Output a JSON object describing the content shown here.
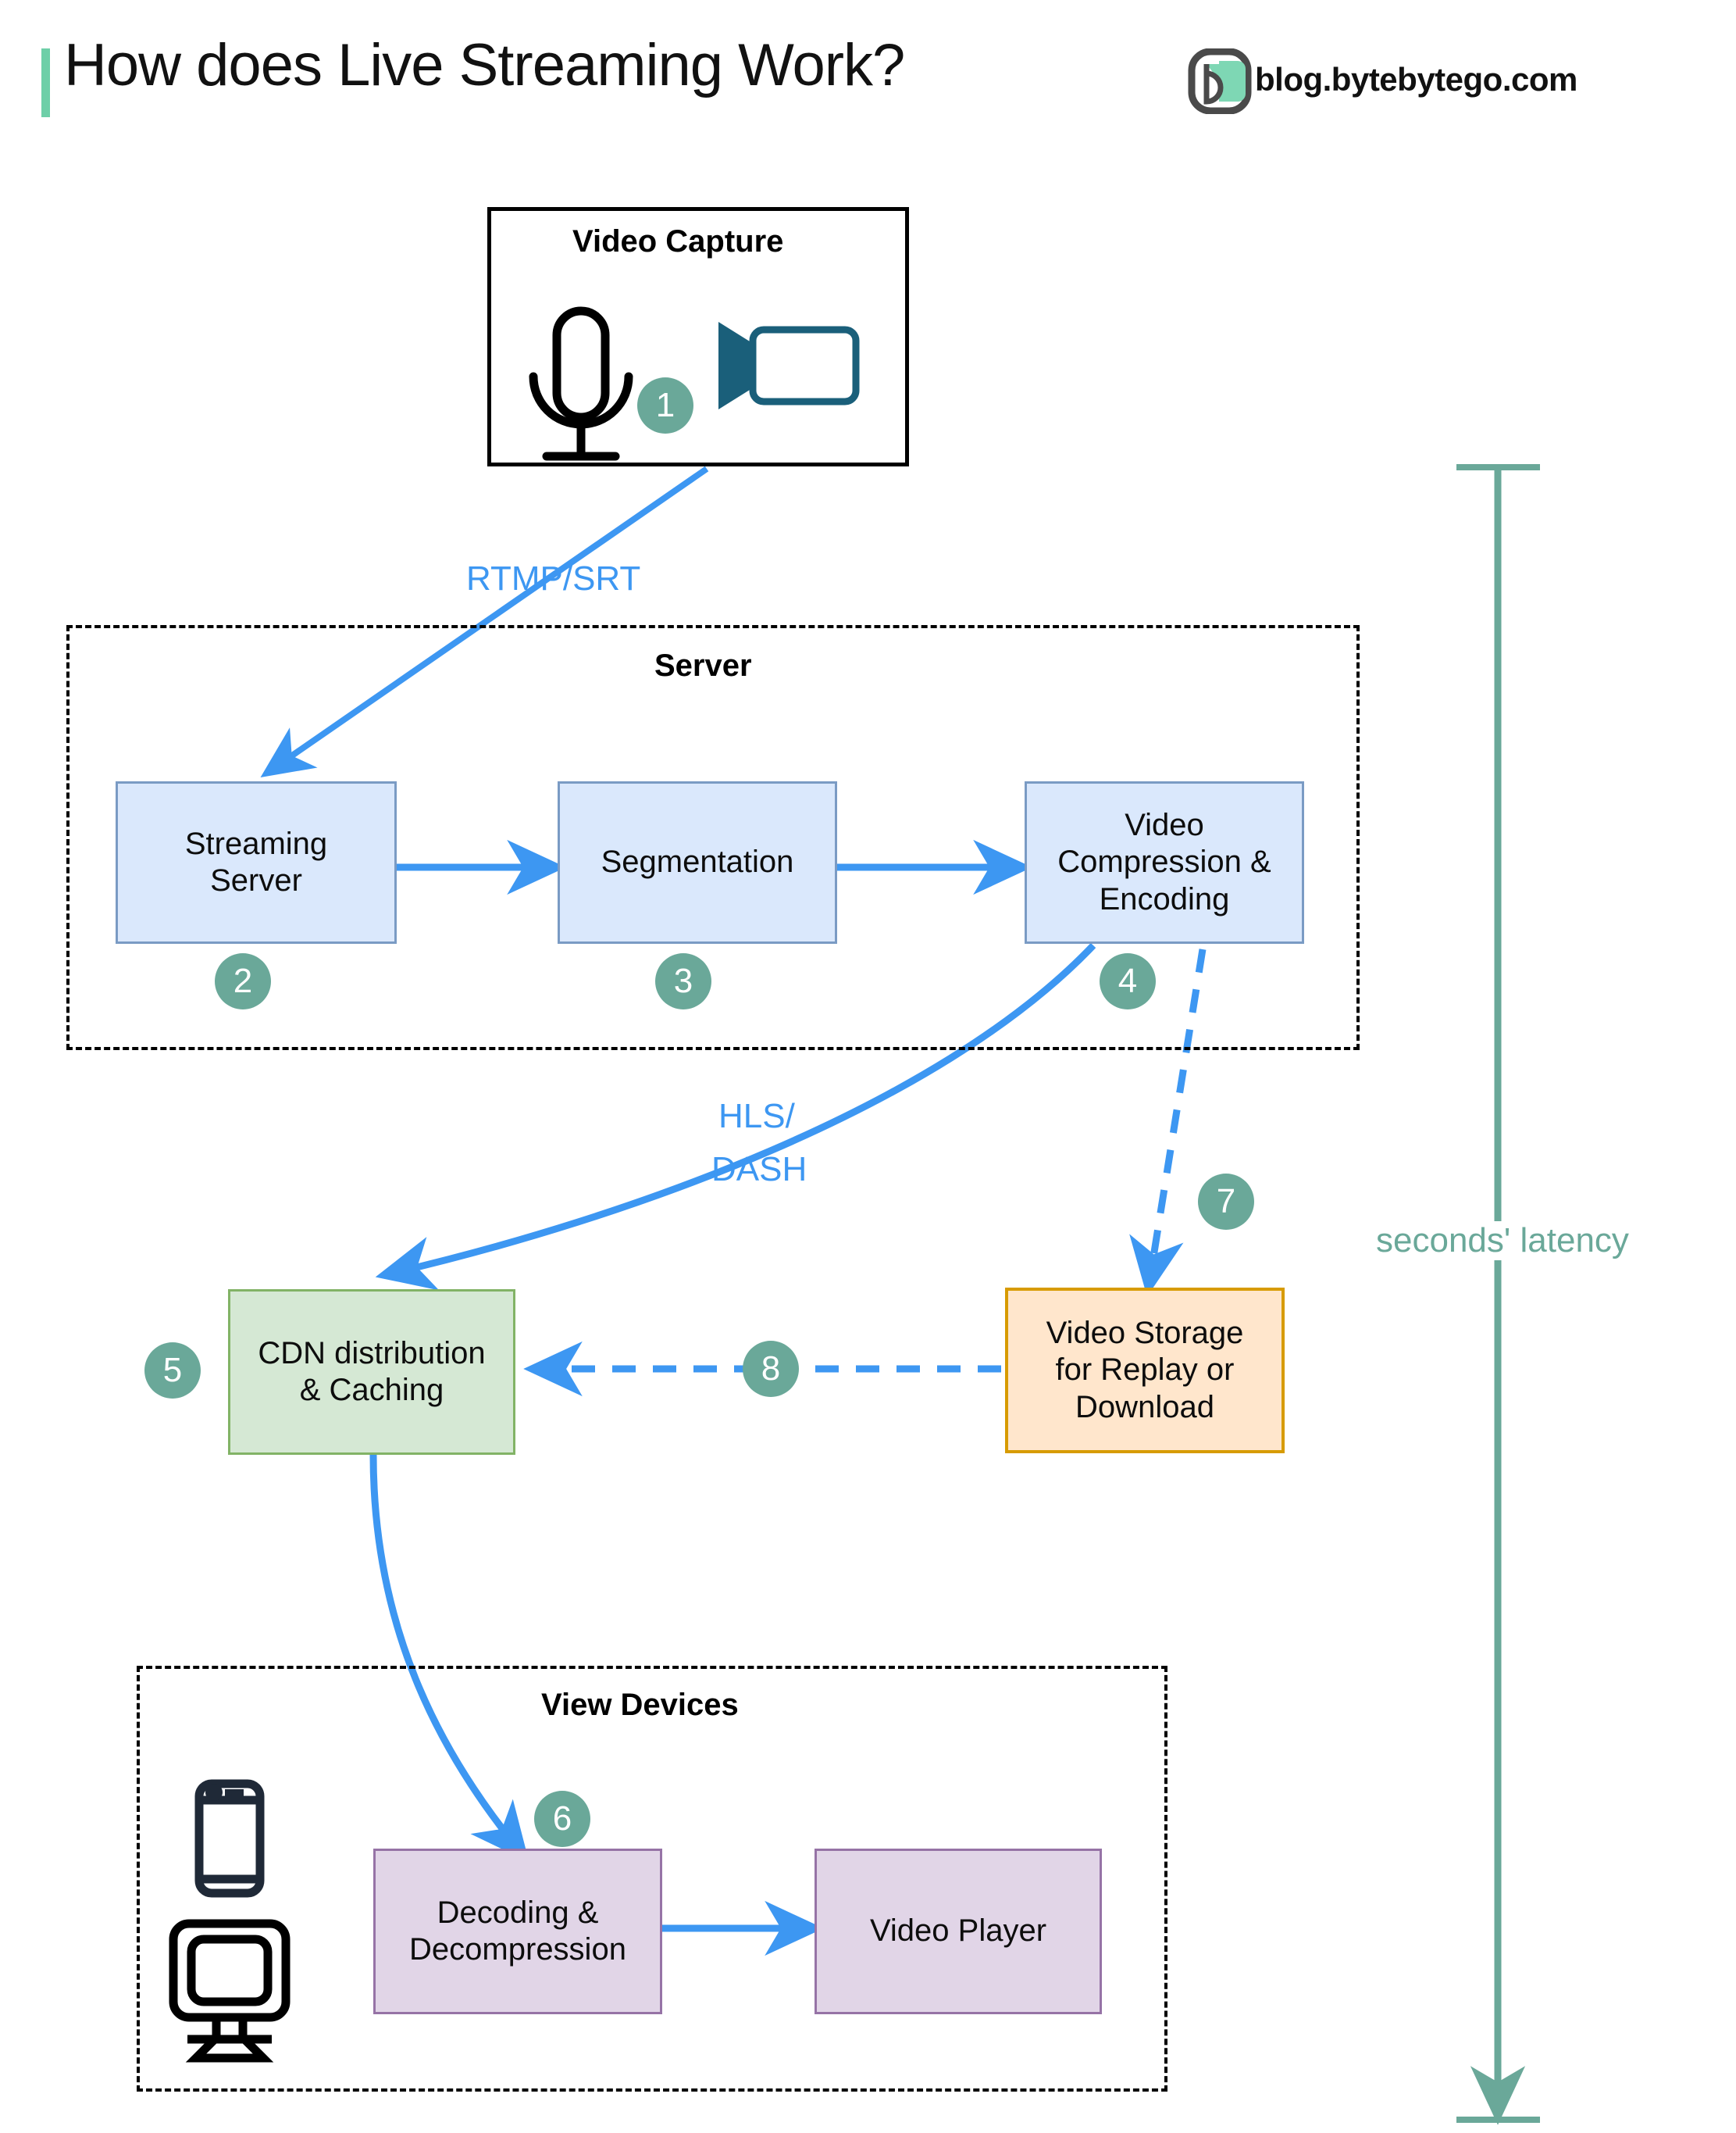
{
  "header": {
    "title": "How does Live Streaming Work?",
    "domain": "blog.bytebytego.com",
    "accent_color": "#6ecfa8",
    "logo_name": "bytebytego-logo"
  },
  "groups": [
    {
      "id": "video-capture",
      "title": "Video Capture"
    },
    {
      "id": "server",
      "title": "Server"
    },
    {
      "id": "view-devices",
      "title": "View Devices"
    }
  ],
  "nodes": {
    "streaming_server": "Streaming\nServer",
    "segmentation": "Segmentation",
    "video_compression": "Video\nCompression &\nEncoding",
    "cdn": "CDN distribution\n& Caching",
    "video_storage": "Video Storage\nfor Replay or\nDownload",
    "decoding": "Decoding &\nDecompression",
    "video_player": "Video Player"
  },
  "badges": [
    {
      "n": "1",
      "for": "video-capture"
    },
    {
      "n": "2",
      "for": "streaming-server"
    },
    {
      "n": "3",
      "for": "segmentation"
    },
    {
      "n": "4",
      "for": "video-compression"
    },
    {
      "n": "5",
      "for": "cdn"
    },
    {
      "n": "6",
      "for": "decoding"
    },
    {
      "n": "7",
      "for": "storage-write"
    },
    {
      "n": "8",
      "for": "storage-to-cdn"
    }
  ],
  "edge_labels": {
    "rtmp_srt": "RTMP/SRT",
    "hls_line1": "HLS/",
    "hls_line2": "DASH"
  },
  "latency": {
    "label": "seconds' latency",
    "color": "#6aa899"
  },
  "icons": {
    "microphone": "microphone-icon",
    "camcorder": "camcorder-icon",
    "phone": "smartphone-icon",
    "monitor": "desktop-monitor-icon"
  },
  "colors": {
    "blue_fill": "#dae8fc",
    "blue_stroke": "#7a9bc4",
    "green_fill": "#d5e8d4",
    "green_stroke": "#82b366",
    "orange_fill": "#ffe6cc",
    "orange_stroke": "#d79b00",
    "purple_fill": "#e1d5e7",
    "purple_stroke": "#9673a6",
    "arrow_blue": "#3d97f2",
    "badge_teal": "#6aa899",
    "camera_teal": "#1a5f7a"
  }
}
